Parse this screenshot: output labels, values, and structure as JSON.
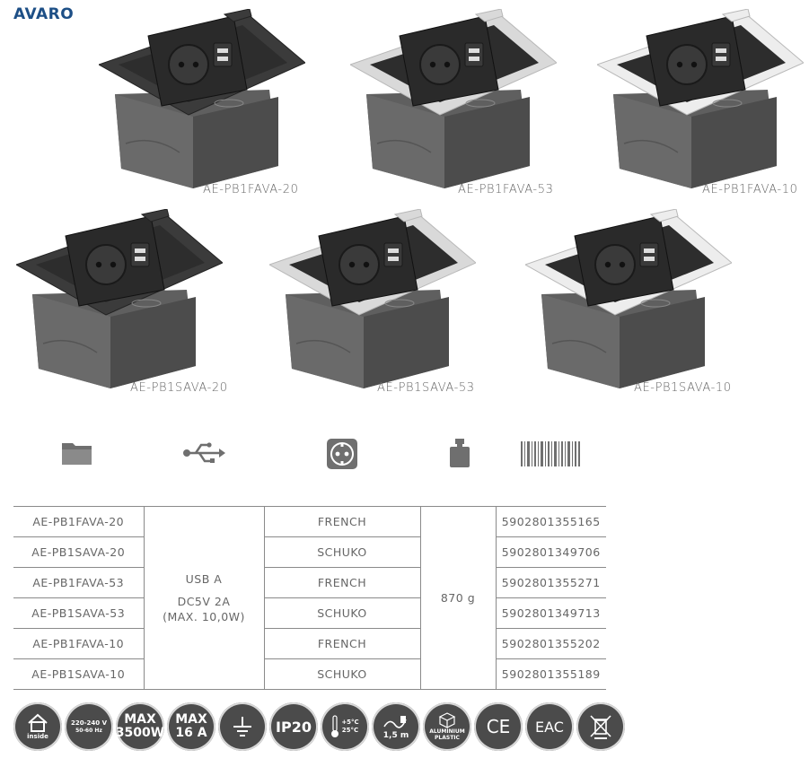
{
  "brand": "AVARO",
  "products": [
    {
      "model": "AE-PB1FAVA-20",
      "finish": "#3b3b3b"
    },
    {
      "model": "AE-PB1FAVA-53",
      "finish": "#d9d9d9"
    },
    {
      "model": "AE-PB1FAVA-10",
      "finish": "#ededed"
    },
    {
      "model": "AE-PB1SAVA-20",
      "finish": "#3b3b3b"
    },
    {
      "model": "AE-PB1SAVA-53",
      "finish": "#d9d9d9"
    },
    {
      "model": "AE-PB1SAVA-10",
      "finish": "#ededed"
    }
  ],
  "feature_icons": [
    "folder-icon",
    "usb-icon",
    "socket-icon",
    "weight-icon",
    "barcode-icon"
  ],
  "table": {
    "rows": [
      {
        "model": "AE-PB1FAVA-20",
        "socket": "FRENCH",
        "ean": "5902801355165"
      },
      {
        "model": "AE-PB1SAVA-20",
        "socket": "SCHUKO",
        "ean": "5902801349706"
      },
      {
        "model": "AE-PB1FAVA-53",
        "socket": "FRENCH",
        "ean": "5902801355271"
      },
      {
        "model": "AE-PB1SAVA-53",
        "socket": "SCHUKO",
        "ean": "5902801349713"
      },
      {
        "model": "AE-PB1FAVA-10",
        "socket": "FRENCH",
        "ean": "5902801355202"
      },
      {
        "model": "AE-PB1SAVA-10",
        "socket": "SCHUKO",
        "ean": "5902801355189"
      }
    ],
    "usb_line1": "USB A",
    "usb_line2": "DC5V 2A",
    "usb_line3": "(MAX. 10,0W)",
    "weight": "870 g"
  },
  "badges": {
    "inside": "inside",
    "voltage": "220-240 V",
    "frequency": "50-60 Hz",
    "max_power_top": "MAX",
    "max_power": "3500W",
    "max_current_top": "MAX",
    "max_current": "16 A",
    "ip": "IP20",
    "temp_high": "+5°C",
    "temp_low": "25°C",
    "cable": "1,5 m",
    "material_line1": "ALUMINIUM",
    "material_line2": "PLASTIC",
    "ce": "CE",
    "eac": "EAC"
  }
}
